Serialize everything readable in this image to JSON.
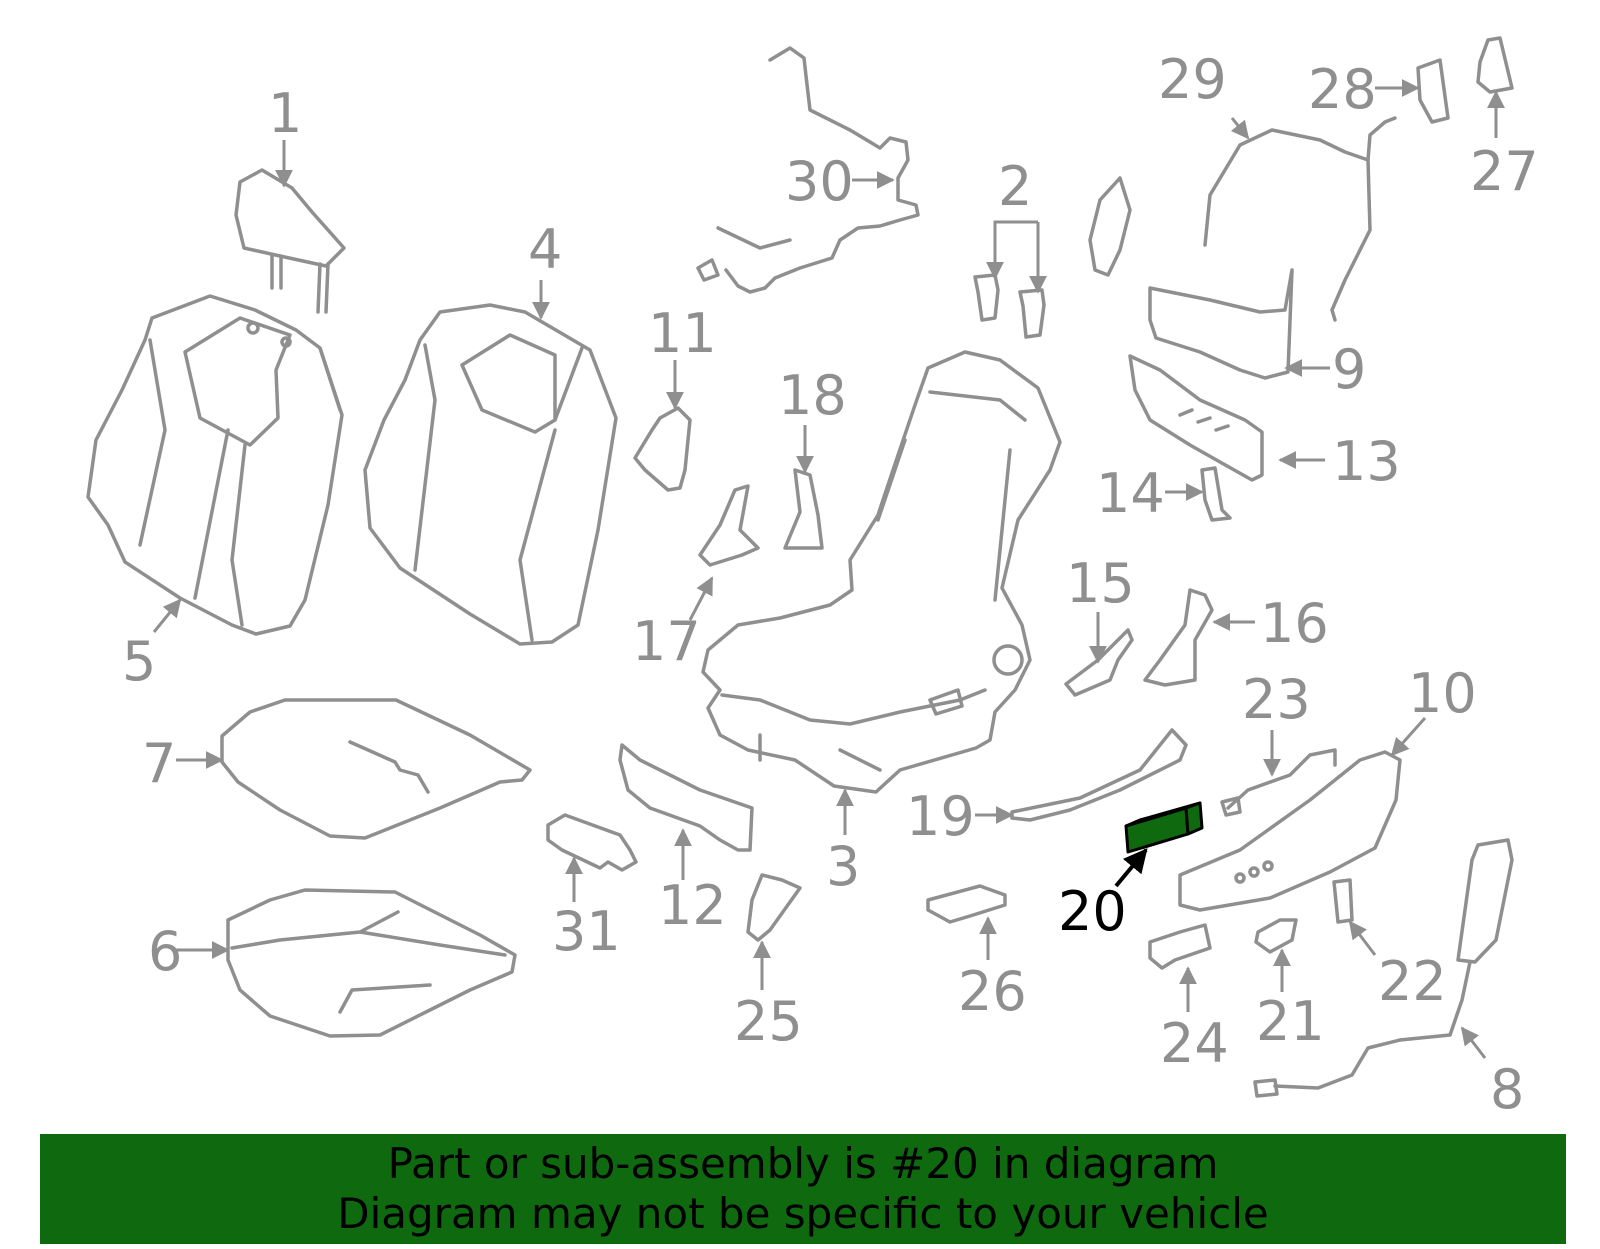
{
  "diagram": {
    "colors": {
      "line": "#8f8f8f",
      "highlight": "#0f6a0f",
      "highlight_text": "#000000"
    },
    "highlighted_part": "20",
    "callouts": [
      {
        "id": "1",
        "text": "1"
      },
      {
        "id": "2",
        "text": "2"
      },
      {
        "id": "3",
        "text": "3"
      },
      {
        "id": "4",
        "text": "4"
      },
      {
        "id": "5",
        "text": "5"
      },
      {
        "id": "6",
        "text": "6"
      },
      {
        "id": "7",
        "text": "7"
      },
      {
        "id": "8",
        "text": "8"
      },
      {
        "id": "9",
        "text": "9"
      },
      {
        "id": "10",
        "text": "10"
      },
      {
        "id": "11",
        "text": "11"
      },
      {
        "id": "12",
        "text": "12"
      },
      {
        "id": "13",
        "text": "13"
      },
      {
        "id": "14",
        "text": "14"
      },
      {
        "id": "15",
        "text": "15"
      },
      {
        "id": "16",
        "text": "16"
      },
      {
        "id": "17",
        "text": "17"
      },
      {
        "id": "18",
        "text": "18"
      },
      {
        "id": "19",
        "text": "19"
      },
      {
        "id": "20",
        "text": "20"
      },
      {
        "id": "21",
        "text": "21"
      },
      {
        "id": "22",
        "text": "22"
      },
      {
        "id": "23",
        "text": "23"
      },
      {
        "id": "24",
        "text": "24"
      },
      {
        "id": "25",
        "text": "25"
      },
      {
        "id": "26",
        "text": "26"
      },
      {
        "id": "27",
        "text": "27"
      },
      {
        "id": "28",
        "text": "28"
      },
      {
        "id": "29",
        "text": "29"
      },
      {
        "id": "30",
        "text": "30"
      },
      {
        "id": "31",
        "text": "31"
      }
    ]
  },
  "banner": {
    "line1": "Part or sub-assembly is #20 in diagram",
    "line2": "Diagram may not be specific to your vehicle",
    "background": "#0f6a0f"
  }
}
